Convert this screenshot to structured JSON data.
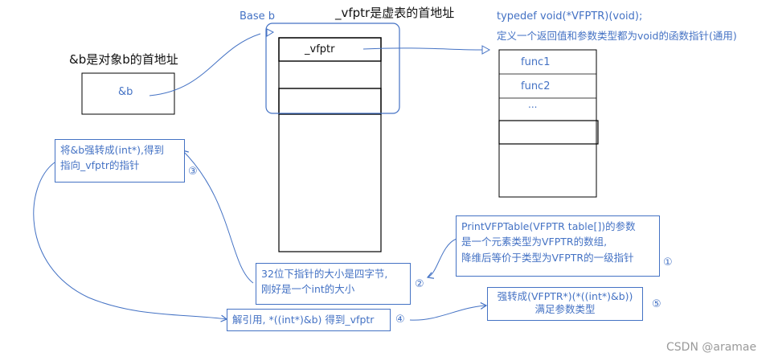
{
  "labels": {
    "addr_b": "&b是对象b的首地址",
    "base_b": "Base b",
    "vfptr_title": "_vfptr是虚表的首地址",
    "typedef_line1": "typedef void(*VFPTR)(void);",
    "typedef_line2": "定义一个返回值和参数类型都为void的函数指针(通用)"
  },
  "amp_b_box": {
    "text": "&b"
  },
  "object_b": {
    "vfptr": "_vfptr"
  },
  "vtable": {
    "entries": [
      "func1",
      "func2",
      "..."
    ]
  },
  "notes": {
    "n3": {
      "lines": [
        "将&b强转成(int*),得到",
        "指向_vfptr的指针"
      ],
      "marker": "③"
    },
    "n2": {
      "lines": [
        "32位下指针的大小是四字节,",
        "刚好是一个int的大小"
      ],
      "marker": "②"
    },
    "n4": {
      "lines": [
        "解引用, *((int*)&b) 得到_vfptr"
      ],
      "marker": "④"
    },
    "n1": {
      "lines": [
        "PrintVFPTable(VFPTR table[])的参数",
        "是一个元素类型为VFPTR的数组,",
        "降维后等价于类型为VFPTR的一级指针"
      ],
      "marker": "①"
    },
    "n5": {
      "lines": [
        "强转成(VFPTR*)(*((int*)&b))",
        "满足参数类型"
      ],
      "marker": "⑤"
    }
  },
  "watermark": "CSDN @aramae",
  "colors": {
    "accent": "#4472c4",
    "outline": "#000000"
  }
}
